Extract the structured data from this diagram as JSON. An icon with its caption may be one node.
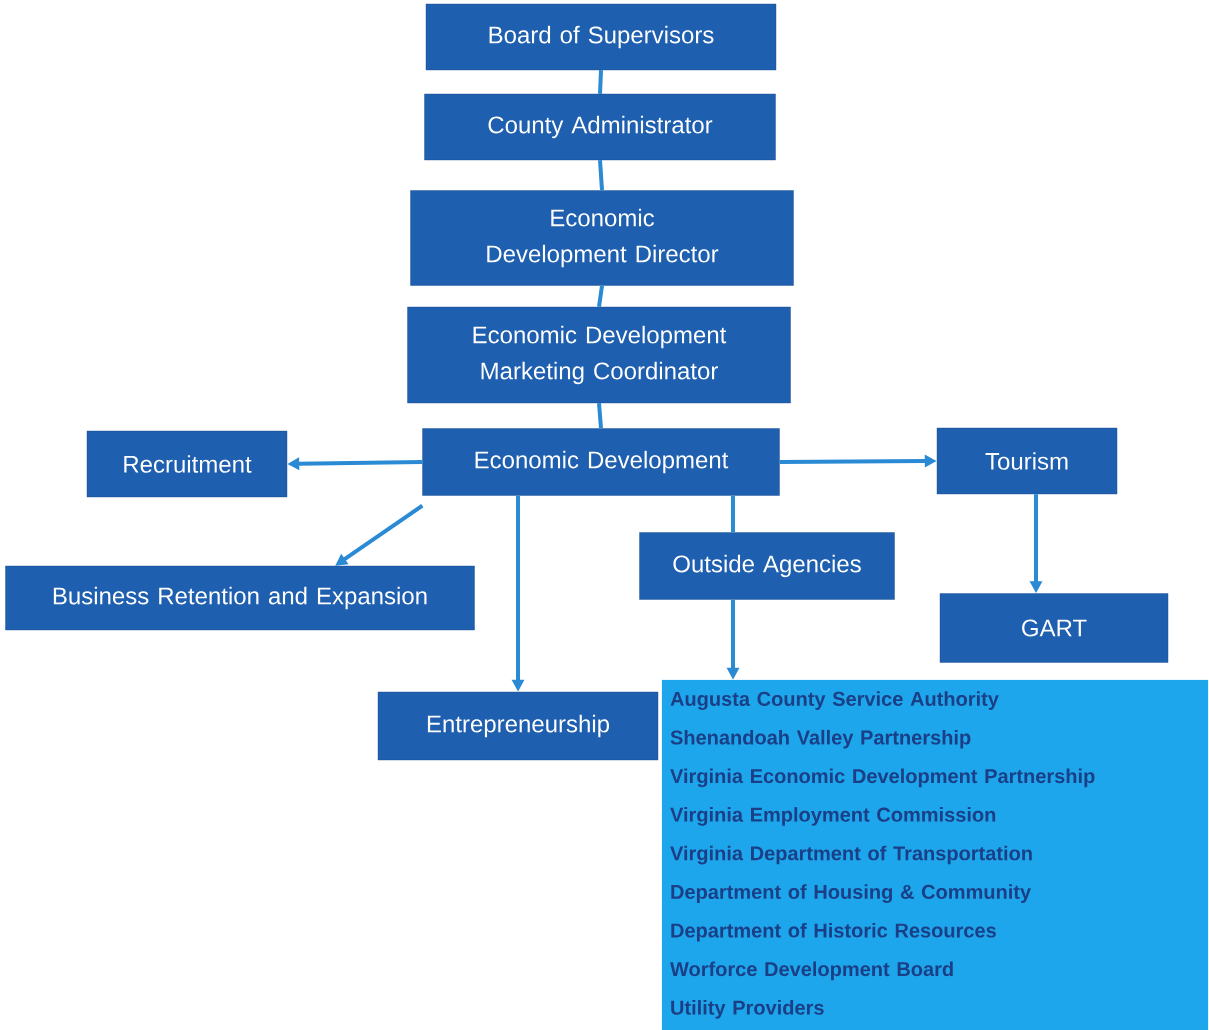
{
  "diagram": {
    "nodes": [
      {
        "text": [
          "Board of Supervisors"
        ]
      },
      {
        "text": [
          "County Administrator"
        ]
      },
      {
        "text": [
          "Economic Development Director"
        ]
      },
      {
        "text": [
          "Economic Development Marketing Coordinator"
        ]
      },
      {
        "text": [
          "Economic Development"
        ]
      },
      {
        "text": [
          "Recruitment"
        ]
      },
      {
        "text": [
          "Tourism"
        ]
      },
      {
        "text": [
          "Business Retention and Expansion"
        ]
      },
      {
        "text": [
          "Outside Agencies"
        ]
      },
      {
        "text": [
          "GART"
        ]
      },
      {
        "text": [
          "Entrepreneurship"
        ]
      },
      {
        "text": [
          "Augusta County Service Authority",
          "Shenandoah Valley Partnership",
          "Virginia Economic Development Partnership",
          "Virginia Employment Commission",
          "Virginia Department of Transportation",
          "Department of Housing & Community",
          "Department of Historic Resources",
          "Worforce Development Board",
          "Utility Providers"
        ]
      }
    ],
    "edges": [
      {
        "from": 0,
        "to": 1,
        "arrow": "none"
      },
      {
        "from": 1,
        "to": 2,
        "arrow": "none"
      },
      {
        "from": 2,
        "to": 3,
        "arrow": "none"
      },
      {
        "from": 3,
        "to": 4,
        "arrow": "none"
      },
      {
        "from": 4,
        "to": 5,
        "arrow": "to"
      },
      {
        "from": 4,
        "to": 6,
        "arrow": "to"
      },
      {
        "from": 4,
        "to": 7,
        "arrow": "to"
      },
      {
        "from": 4,
        "to": 10,
        "arrow": "to"
      },
      {
        "from": 4,
        "to": 8,
        "arrow": "none"
      },
      {
        "from": 8,
        "to": 11,
        "arrow": "to"
      },
      {
        "from": 6,
        "to": 9,
        "arrow": "to"
      }
    ]
  }
}
